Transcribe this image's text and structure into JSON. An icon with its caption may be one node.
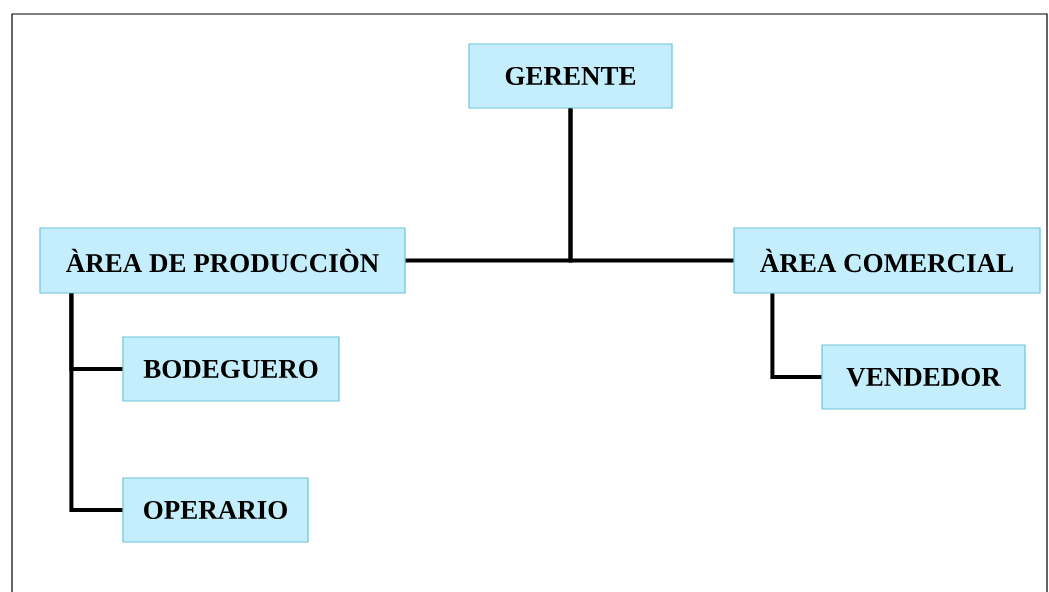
{
  "diagram": {
    "nodes": [
      {
        "text": [
          "GERENTE"
        ]
      },
      {
        "text": [
          "ÀREA DE PRODUCCIÒN"
        ]
      },
      {
        "text": [
          "ÀREA COMERCIAL"
        ]
      },
      {
        "text": [
          "BODEGUERO"
        ]
      },
      {
        "text": [
          "VENDEDOR"
        ]
      },
      {
        "text": [
          "OPERARIO"
        ]
      }
    ],
    "edges": [
      {
        "from": 0,
        "to": 1,
        "arrow": "none"
      },
      {
        "from": 0,
        "to": 2,
        "arrow": "none"
      },
      {
        "from": 1,
        "to": 3,
        "arrow": "none"
      },
      {
        "from": 1,
        "to": 5,
        "arrow": "none"
      },
      {
        "from": 2,
        "to": 4,
        "arrow": "none"
      }
    ]
  }
}
